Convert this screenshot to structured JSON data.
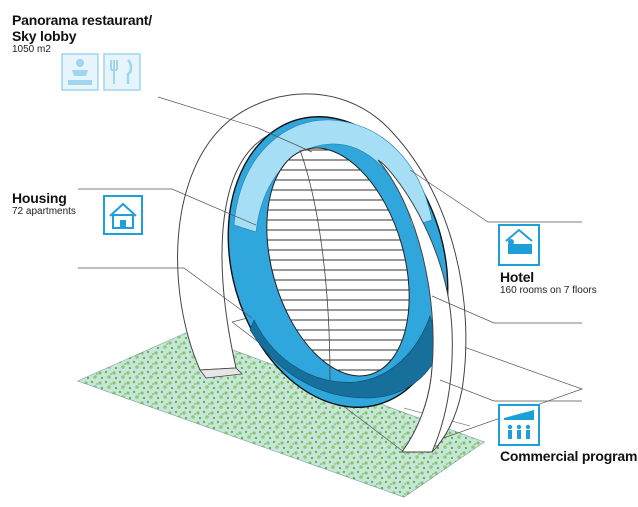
{
  "labels": {
    "panorama": {
      "title": "Panorama restaurant/",
      "title2": "Sky lobby",
      "sub": "1050 m2"
    },
    "housing": {
      "title": "Housing",
      "sub": "72 apartments"
    },
    "hotel": {
      "title": "Hotel",
      "sub": "160 rooms on 7 floors"
    },
    "commercial": {
      "title": "Commercial program"
    }
  },
  "icons": {
    "panorama": [
      "sky-lobby-icon",
      "restaurant-icon"
    ],
    "housing": "house-icon",
    "hotel": "bed-icon",
    "commercial": "shoppers-icon"
  },
  "colors": {
    "icon_blue": "#1d9fd8",
    "ring_light": "#a8e0f5",
    "ring_mid": "#2fa6dc",
    "ring_dark": "#176f9c",
    "ground": "#bfe6f2",
    "grass": "#6cb33e"
  }
}
